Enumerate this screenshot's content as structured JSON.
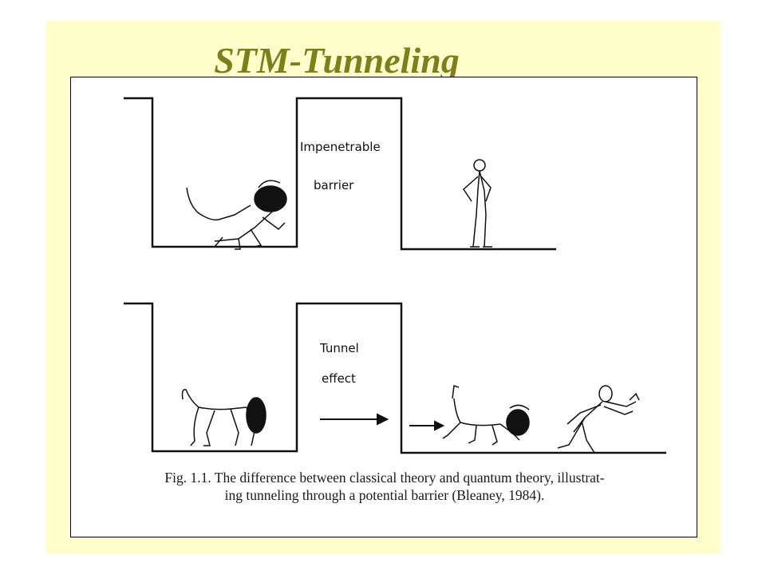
{
  "slide": {
    "title": "STM-Tunneling",
    "background": "#ffffcc",
    "title_color": "#7f7f1a"
  },
  "figure": {
    "top_panel": {
      "label_line1": "Impenetrable",
      "label_line2": "barrier"
    },
    "bottom_panel": {
      "label_line1": "Tunnel",
      "label_line2": "effect"
    },
    "caption_line1": "Fig. 1.1. The difference between classical theory and quantum theory, illustrat-",
    "caption_line2": "ing tunneling through a potential barrier (Bleaney, 1984)."
  },
  "icons": [
    "lion-icon",
    "person-icon",
    "arrow-right-icon"
  ]
}
